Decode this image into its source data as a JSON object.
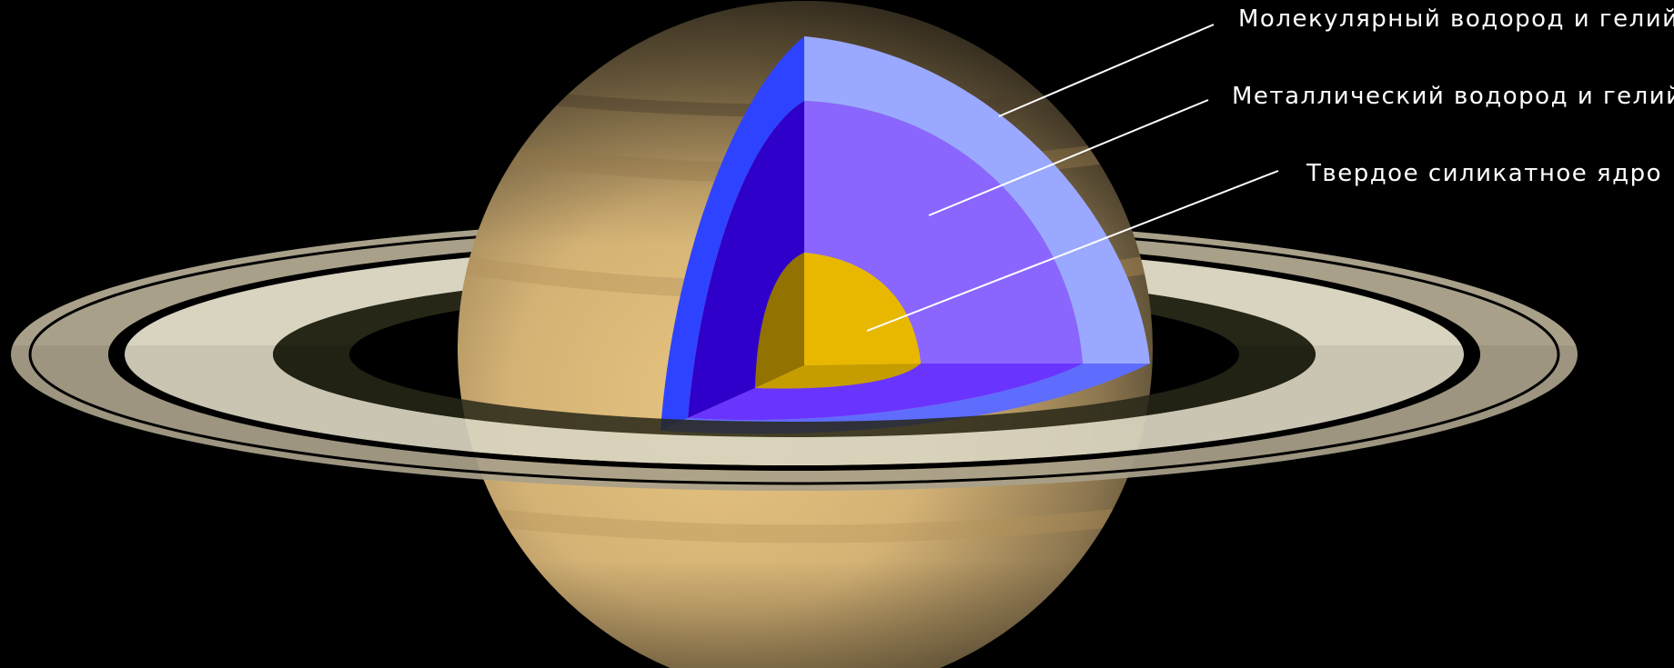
{
  "labels": {
    "molecular": "Молекулярный водород и гелий",
    "metallic": "Металлический водород и гелий",
    "core": "Твердое силикатное ядро"
  },
  "colors": {
    "background": "#000000",
    "label_text": "#ffffff",
    "leader_line": "#ffffff",
    "planet_surface": "#dcb878",
    "planet_band": "#b4925a",
    "ring_outer": "#a9a08a",
    "ring_main": "#d8d4c0",
    "ring_inner_dark": "#272717",
    "molecular_layer": "#9aa9ff",
    "molecular_side": "#2e43ff",
    "metallic_layer": "#8a66ff",
    "metallic_side": "#2e00c9",
    "metallic_floor": "#6a34ff",
    "molecular_floor": "#5f6dff",
    "core": "#e8b800",
    "core_shadow": "#927200"
  }
}
